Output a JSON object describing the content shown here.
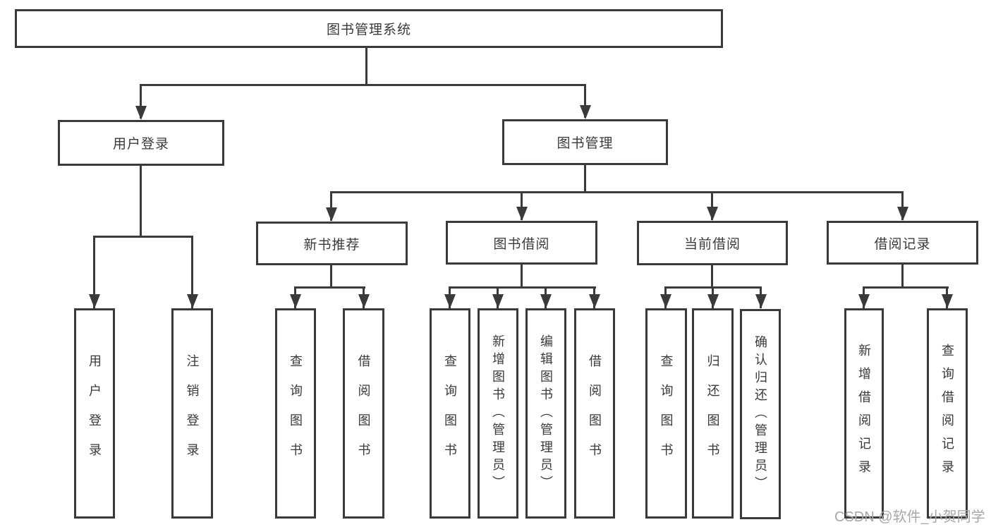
{
  "tree": {
    "root": {
      "label": "图书管理系统"
    },
    "branches": [
      {
        "label": "用户登录",
        "leaves": [
          "用户登录",
          "注销登录"
        ]
      },
      {
        "label": "图书管理",
        "groups": [
          {
            "label": "新书推荐",
            "leaves": [
              "查询图书",
              "借阅图书"
            ]
          },
          {
            "label": "图书借阅",
            "leaves": [
              "查询图书",
              "新增图书（管理员）",
              "编辑图书（管理员）",
              "借阅图书"
            ]
          },
          {
            "label": "当前借阅",
            "leaves": [
              "查询图书",
              "归还图书",
              "确认归还（管理员）"
            ]
          },
          {
            "label": "借阅记录",
            "leaves": [
              "新增借阅记录",
              "查询借阅记录"
            ]
          }
        ]
      }
    ]
  },
  "watermark": {
    "text": "CSDN @软件_小贺同学"
  },
  "colors": {
    "line": "#3a3a3a",
    "box_border": "#3a3a3a",
    "text": "#3a3a3a",
    "watermark": "#a8a8ac",
    "background": "#ffffff"
  }
}
